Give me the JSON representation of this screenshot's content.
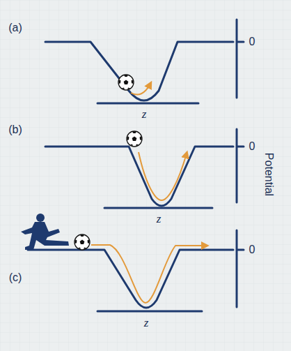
{
  "diagram": {
    "labels": [
      "(a)",
      "0",
      "z",
      "(b)",
      "0",
      "Potential",
      "z",
      "(c)",
      "0",
      "z"
    ]
  }
}
